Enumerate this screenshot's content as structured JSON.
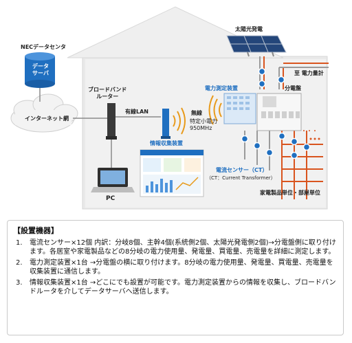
{
  "diagram": {
    "labels": {
      "nec_datacenter": "NECデータセンタ",
      "data_server": "データ\nサーバ",
      "internet": "インターネット網",
      "broadband_router": "ブロードバンド\nルーター",
      "wired_lan": "有線LAN",
      "wireless": "無線",
      "low_power_radio": "特定小電力\n950MHz",
      "info_collector": "情報収集装置",
      "pc": "PC",
      "solar_power": "太陽光発電",
      "to_power_meter": "至 電力量計",
      "power_measurement_unit": "電力測定装置",
      "distribution_board": "分電盤",
      "current_sensor": "電流センサー（CT）",
      "ct_expansion": "（CT：Current Transformer）",
      "appliance_room_unit": "家電製品単位・部屋単位",
      "ellipsis": "・・・"
    },
    "colors": {
      "house_fill": "#e9e9e9",
      "cloud": "#f2f2f2",
      "accent_blue": "#1f6fc0",
      "wire_orange": "#d9541e",
      "wire_gray": "#9a9a9a",
      "wireless_waves": "#e89a1a"
    }
  },
  "equipment": {
    "title": "【設置機器】",
    "items": [
      {
        "num": "1.",
        "text": "電流センサー×12個 内訳：分岐8個、主幹4個(系統側2個、太陽光発電側2個)→分電盤側に取り付けます。各居室や家電製品などの8分岐の電力使用量、発電量、買電量、売電量を詳細に測定します。"
      },
      {
        "num": "2.",
        "text": "電力測定装置×1台 →分電盤の横に取り付けます。8分岐の電力使用量、発電量、買電量、売電量を収集装置に通信します。"
      },
      {
        "num": "3.",
        "text": "情報収集装置×1台 →どこにでも設置が可能です。電力測定装置からの情報を収集し、ブロードバンドルータを介してデータサーバへ送信します。"
      }
    ]
  }
}
